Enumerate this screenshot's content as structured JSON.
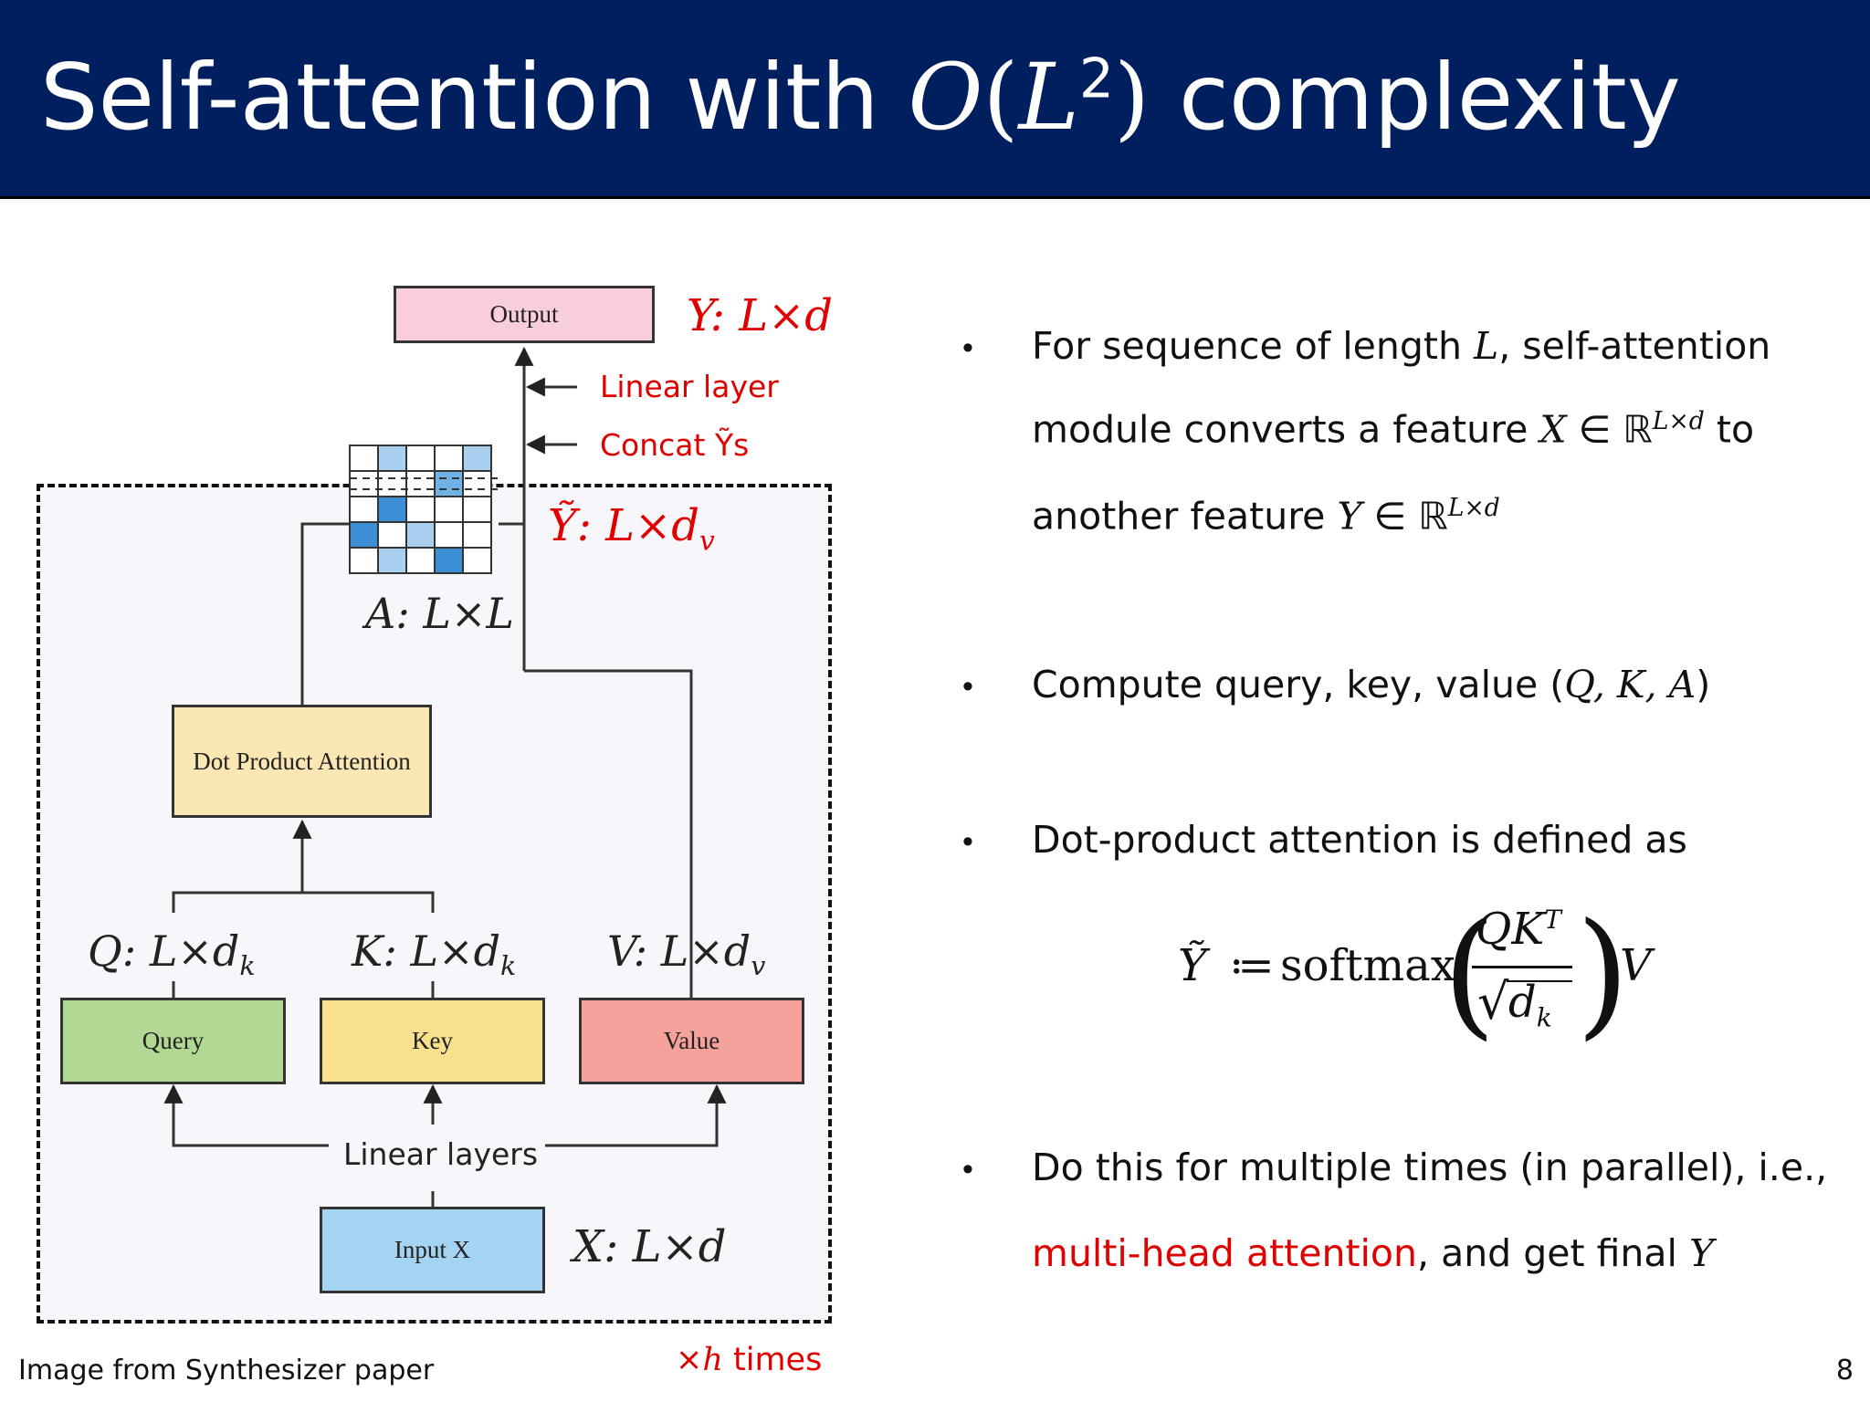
{
  "slide": {
    "title_prefix": "Self-attention with ",
    "title_math_O": "O",
    "title_math_L": "L",
    "title_math_exp": "2",
    "title_suffix": " complexity",
    "page_number": "8",
    "footer_credit": "Image from Synthesizer paper"
  },
  "diagram": {
    "boxes": {
      "output": "Output",
      "dot_product": "Dot Product Attention",
      "query": "Query",
      "key": "Key",
      "value": "Value",
      "input": "Input X"
    },
    "labels": {
      "y_out": "Y: L×d",
      "linear_layer": "Linear layer",
      "concat": "Concat Ỹs",
      "y_tilde": "Ỹ: L×d",
      "y_tilde_sub": "v",
      "a_matrix": "A: L×L",
      "q": "Q: L×d",
      "q_sub": "k",
      "k": "K: L×d",
      "k_sub": "k",
      "v": "V: L×d",
      "v_sub": "v",
      "linear_layers": "Linear layers",
      "x_in": "X: L×d",
      "times_h_prefix": "×",
      "times_h_var": "h",
      "times_h_suffix": " times"
    },
    "colors": {
      "output": "#f8cddc",
      "dot_product": "#fbe7b3",
      "query": "#b1d993",
      "key": "#f8e08e",
      "value": "#f4a29b",
      "input": "#a5d4f3",
      "cell_light": "#a9d0ee",
      "cell_dark": "#3c8fd4",
      "annotation_red": "#e00000"
    }
  },
  "bullets": {
    "b1_line1_a": "For sequence of length ",
    "b1_line1_m": "L",
    "b1_line1_b": ", self-attention",
    "b1_line2_a": "module converts a feature ",
    "b1_line2_m": "X",
    "b1_line2_b": " ∈ ℝ",
    "b1_line2_sup": "L×d",
    "b1_line2_c": " to",
    "b1_line3_a": "another feature ",
    "b1_line3_m": "Y",
    "b1_line3_b": " ∈ ℝ",
    "b1_line3_sup": "L×d",
    "b2_a": "Compute query, key, value (",
    "b2_m": "Q, K, A",
    "b2_b": ")",
    "b3": "Dot-product attention is defined as",
    "b4_line1": "Do this for multiple times (in parallel), i.e.,",
    "b4_line2_red": "multi-head attention",
    "b4_line2_b": ", and get final ",
    "b4_line2_m": "Y"
  },
  "formula": {
    "lhs": "Ỹ",
    "assign": "≔",
    "func": "softmax",
    "num": "QK",
    "num_sup": "T",
    "den": "d",
    "den_sub": "k",
    "rhs": "V"
  }
}
